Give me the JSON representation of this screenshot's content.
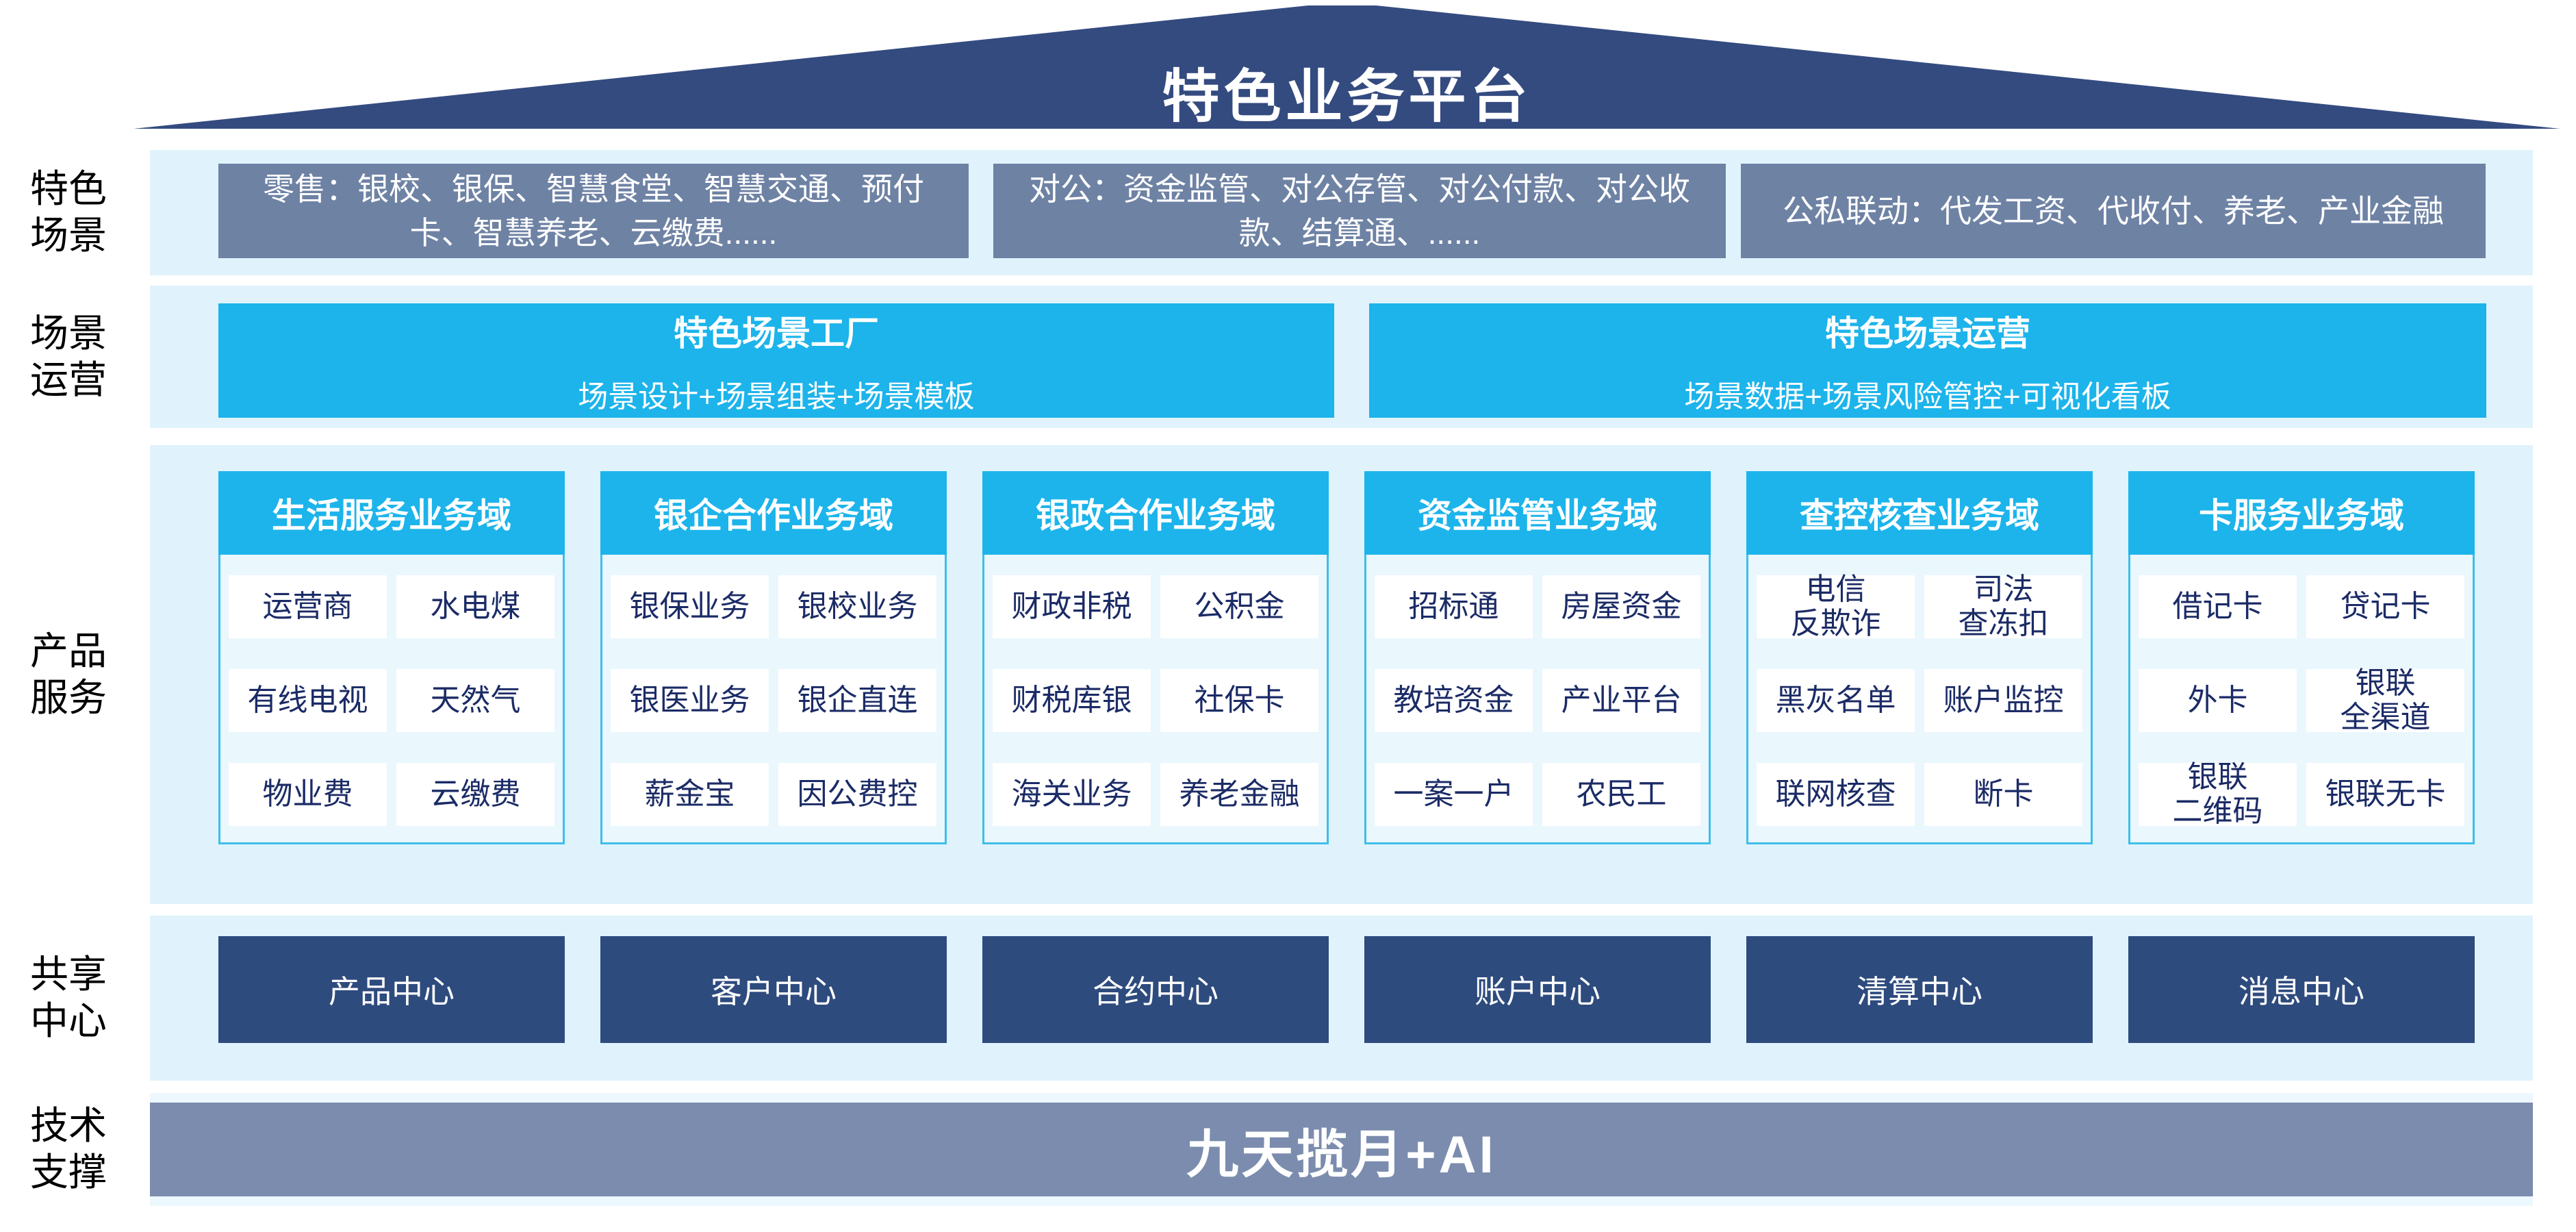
{
  "title": "特色业务平台",
  "colors": {
    "roof_navy": "#344B80",
    "scene_slate": "#6E82A4",
    "accent_cyan": "#1CB4EB",
    "band_light_blue": "#E0F3FC",
    "panel_fill": "#EAF7FD",
    "panel_border": "#3FBEE8",
    "cell_text_navy": "#1B2B66",
    "shared_navy": "#2E4B7E",
    "tech_gray_blue": "#7B8CAE"
  },
  "rows": {
    "scenes": {
      "label_line1": "特色",
      "label_line2": "场景",
      "boxes": [
        {
          "text": "零售：银校、银保、智慧食堂、智慧交通、预付卡、智慧养老、云缴费......"
        },
        {
          "text": "对公：资金监管、对公存管、对公付款、对公收款、结算通、......"
        },
        {
          "text": "公私联动：代发工资、代收付、养老、产业金融"
        }
      ]
    },
    "operation": {
      "label_line1": "场景",
      "label_line2": "运营",
      "boxes": [
        {
          "title": "特色场景工厂",
          "subtitle": "场景设计+场景组装+场景模板"
        },
        {
          "title": "特色场景运营",
          "subtitle": "场景数据+场景风险管控+可视化看板"
        }
      ]
    },
    "products": {
      "label_line1": "产品",
      "label_line2": "服务",
      "columns": [
        {
          "header": "生活服务业务域",
          "cells": [
            "运营商",
            "水电煤",
            "有线电视",
            "天然气",
            "物业费",
            "云缴费"
          ]
        },
        {
          "header": "银企合作业务域",
          "cells": [
            "银保业务",
            "银校业务",
            "银医业务",
            "银企直连",
            "薪金宝",
            "因公费控"
          ]
        },
        {
          "header": "银政合作业务域",
          "cells": [
            "财政非税",
            "公积金",
            "财税库银",
            "社保卡",
            "海关业务",
            "养老金融"
          ]
        },
        {
          "header": "资金监管业务域",
          "cells": [
            "招标通",
            "房屋资金",
            "教培资金",
            "产业平台",
            "一案一户",
            "农民工"
          ]
        },
        {
          "header": "查控核查业务域",
          "cells": [
            "电信\n反欺诈",
            "司法\n查冻扣",
            "黑灰名单",
            "账户监控",
            "联网核查",
            "断卡"
          ]
        },
        {
          "header": "卡服务业务域",
          "cells": [
            "借记卡",
            "贷记卡",
            "外卡",
            "银联\n全渠道",
            "银联\n二维码",
            "银联无卡"
          ]
        }
      ]
    },
    "shared": {
      "label_line1": "共享",
      "label_line2": "中心",
      "boxes": [
        "产品中心",
        "客户中心",
        "合约中心",
        "账户中心",
        "清算中心",
        "消息中心"
      ]
    },
    "tech": {
      "label_line1": "技术",
      "label_line2": "支撑",
      "box": "九天揽月+AI"
    }
  }
}
